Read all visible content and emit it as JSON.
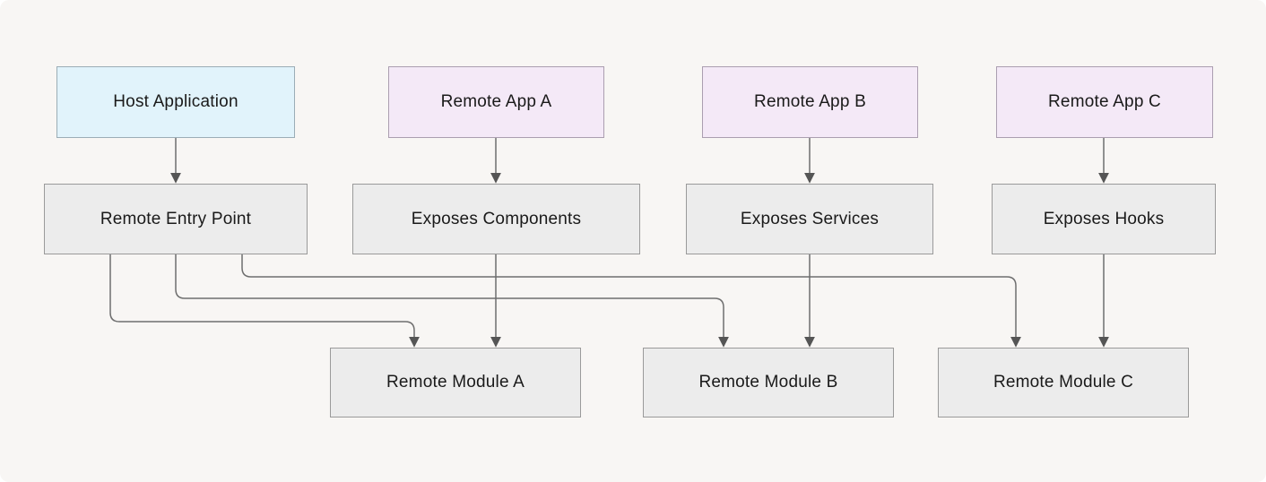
{
  "diagram": {
    "type": "flowchart",
    "direction": "top-down",
    "nodes": {
      "host": {
        "label": "Host Application",
        "fill": "#e1f3fb",
        "border": "#9badb6"
      },
      "remote_app_a": {
        "label": "Remote App A",
        "fill": "#f4e9f7",
        "border": "#ab9eb0"
      },
      "remote_app_b": {
        "label": "Remote App B",
        "fill": "#f4e9f7",
        "border": "#ab9eb0"
      },
      "remote_app_c": {
        "label": "Remote App C",
        "fill": "#f4e9f7",
        "border": "#ab9eb0"
      },
      "entry": {
        "label": "Remote Entry Point",
        "fill": "#ececec",
        "border": "#9a9a9a"
      },
      "exposes_components": {
        "label": "Exposes Components",
        "fill": "#ececec",
        "border": "#9a9a9a"
      },
      "exposes_services": {
        "label": "Exposes Services",
        "fill": "#ececec",
        "border": "#9a9a9a"
      },
      "exposes_hooks": {
        "label": "Exposes Hooks",
        "fill": "#ececec",
        "border": "#9a9a9a"
      },
      "module_a": {
        "label": "Remote Module A",
        "fill": "#ececec",
        "border": "#9a9a9a"
      },
      "module_b": {
        "label": "Remote Module B",
        "fill": "#ececec",
        "border": "#9a9a9a"
      },
      "module_c": {
        "label": "Remote Module C",
        "fill": "#ececec",
        "border": "#9a9a9a"
      }
    },
    "edges": [
      {
        "from": "Host Application",
        "to": "Remote Entry Point"
      },
      {
        "from": "Remote App A",
        "to": "Exposes Components"
      },
      {
        "from": "Remote App B",
        "to": "Exposes Services"
      },
      {
        "from": "Remote App C",
        "to": "Exposes Hooks"
      },
      {
        "from": "Remote Entry Point",
        "to": "Remote Module A"
      },
      {
        "from": "Remote Entry Point",
        "to": "Remote Module B"
      },
      {
        "from": "Remote Entry Point",
        "to": "Remote Module C"
      },
      {
        "from": "Exposes Components",
        "to": "Remote Module A"
      },
      {
        "from": "Exposes Services",
        "to": "Remote Module B"
      },
      {
        "from": "Exposes Hooks",
        "to": "Remote Module C"
      }
    ],
    "colors": {
      "background": "#f8f6f4",
      "edge_line": "#6e6e6e",
      "arrowhead": "#555555",
      "text": "#1a1a1a"
    }
  }
}
